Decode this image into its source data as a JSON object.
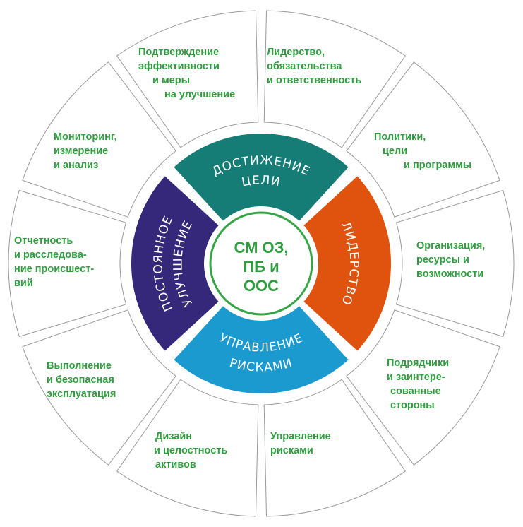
{
  "center": {
    "lines": [
      "СМ ОЗ,",
      "ПБ и",
      "ООС"
    ],
    "ring_color": "#36a546"
  },
  "inner_segments": [
    {
      "id": "achieve-goal",
      "lines": [
        "ДОСТИЖЕНИЕ",
        "ЦЕЛИ"
      ],
      "color": "#167c76"
    },
    {
      "id": "leadership",
      "lines": [
        "ЛИДЕРСТВО"
      ],
      "color": "#e0530f"
    },
    {
      "id": "risk-management",
      "lines": [
        "УПРАВЛЕНИЕ",
        "РИСКАМИ"
      ],
      "color": "#1b9ad0"
    },
    {
      "id": "continuous-improvement",
      "lines": [
        "ПОСТОЯННОЕ",
        "УЛУЧШЕНИЕ"
      ],
      "color": "#35287a"
    }
  ],
  "outer_segments": [
    {
      "id": "leadership-commitments",
      "lines": [
        "Лидерство,",
        "обязательства",
        "и ответственность"
      ]
    },
    {
      "id": "policies-goals",
      "lines": [
        "Политики,",
        "цели",
        "и программы"
      ]
    },
    {
      "id": "organization-resources",
      "lines": [
        "Организация,",
        "ресурсы и",
        "возможности"
      ]
    },
    {
      "id": "contractors-stakeholders",
      "lines": [
        "Подрядчики",
        "и заинтере-",
        "сованные",
        "стороны"
      ]
    },
    {
      "id": "risk-management",
      "lines": [
        "Управление",
        "рисками"
      ]
    },
    {
      "id": "asset-design",
      "lines": [
        "Дизайн",
        "и целостность",
        "активов"
      ]
    },
    {
      "id": "operation-safety",
      "lines": [
        "Выполнение",
        "и безопасная",
        "эксплуатация"
      ]
    },
    {
      "id": "incident-reporting",
      "lines": [
        "Отчетность",
        "и расследова-",
        "ние происшест-",
        "вий"
      ]
    },
    {
      "id": "monitoring-analysis",
      "lines": [
        "Мониторинг,",
        "измерение",
        "и анализ"
      ]
    },
    {
      "id": "effectiveness-confirmation",
      "lines": [
        "Подтверждение",
        "эффективности",
        "и меры",
        "на улучшение"
      ]
    }
  ]
}
